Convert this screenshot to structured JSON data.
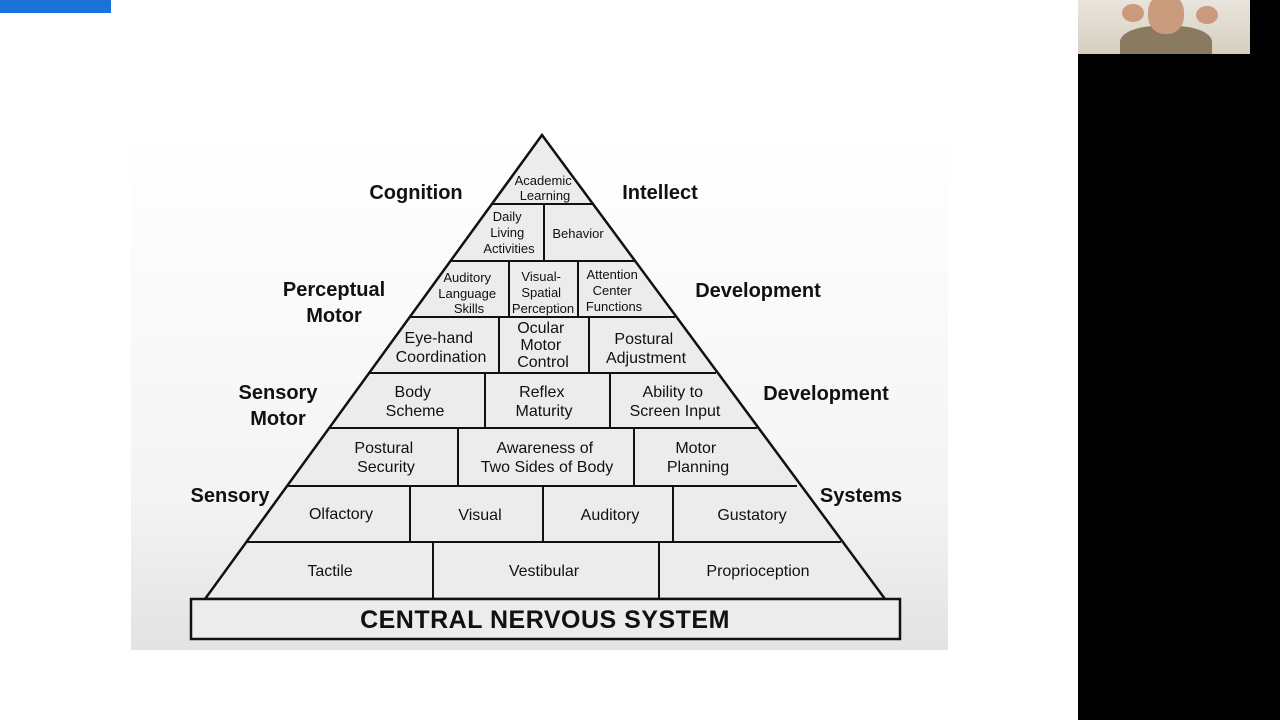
{
  "diagram": {
    "base_label": "CENTRAL NERVOUS SYSTEM",
    "side_labels": {
      "cognition": "Cognition",
      "intellect": "Intellect",
      "perceptual": "Perceptual",
      "motor_left": "Motor",
      "development_upper": "Development",
      "sensory_motor_sensory": "Sensory",
      "sensory_motor_motor": "Motor",
      "development_lower": "Development",
      "sensory": "Sensory",
      "systems": "Systems"
    },
    "cells": {
      "academic_learning": [
        "Academic",
        "Learning"
      ],
      "daily_living": [
        "Daily",
        "Living",
        "Activities"
      ],
      "behavior": [
        "Behavior"
      ],
      "auditory_language": [
        "Auditory",
        "Language",
        "Skills"
      ],
      "visual_spatial": [
        "Visual-",
        "Spatial",
        "Perception"
      ],
      "attention_center": [
        "Attention",
        "Center",
        "Functions"
      ],
      "eye_hand": [
        "Eye-hand",
        "Coordination"
      ],
      "ocular_motor": [
        "Ocular",
        "Motor",
        "Control"
      ],
      "postural_adjustment": [
        "Postural",
        "Adjustment"
      ],
      "body_scheme": [
        "Body",
        "Scheme"
      ],
      "reflex_maturity": [
        "Reflex",
        "Maturity"
      ],
      "screen_input": [
        "Ability to",
        "Screen Input"
      ],
      "postural_security": [
        "Postural",
        "Security"
      ],
      "two_sides": [
        "Awareness of",
        "Two Sides of Body"
      ],
      "motor_planning": [
        "Motor",
        "Planning"
      ],
      "olfactory": [
        "Olfactory"
      ],
      "visual": [
        "Visual"
      ],
      "auditory": [
        "Auditory"
      ],
      "gustatory": [
        "Gustatory"
      ],
      "tactile": [
        "Tactile"
      ],
      "vestibular": [
        "Vestibular"
      ],
      "proprioception": [
        "Proprioception"
      ]
    }
  },
  "presenter": {
    "icon": "presenter-webcam-icon"
  },
  "colors": {
    "accent": "#1a73d9",
    "cell_fill": "#ececec",
    "line": "#111111"
  }
}
